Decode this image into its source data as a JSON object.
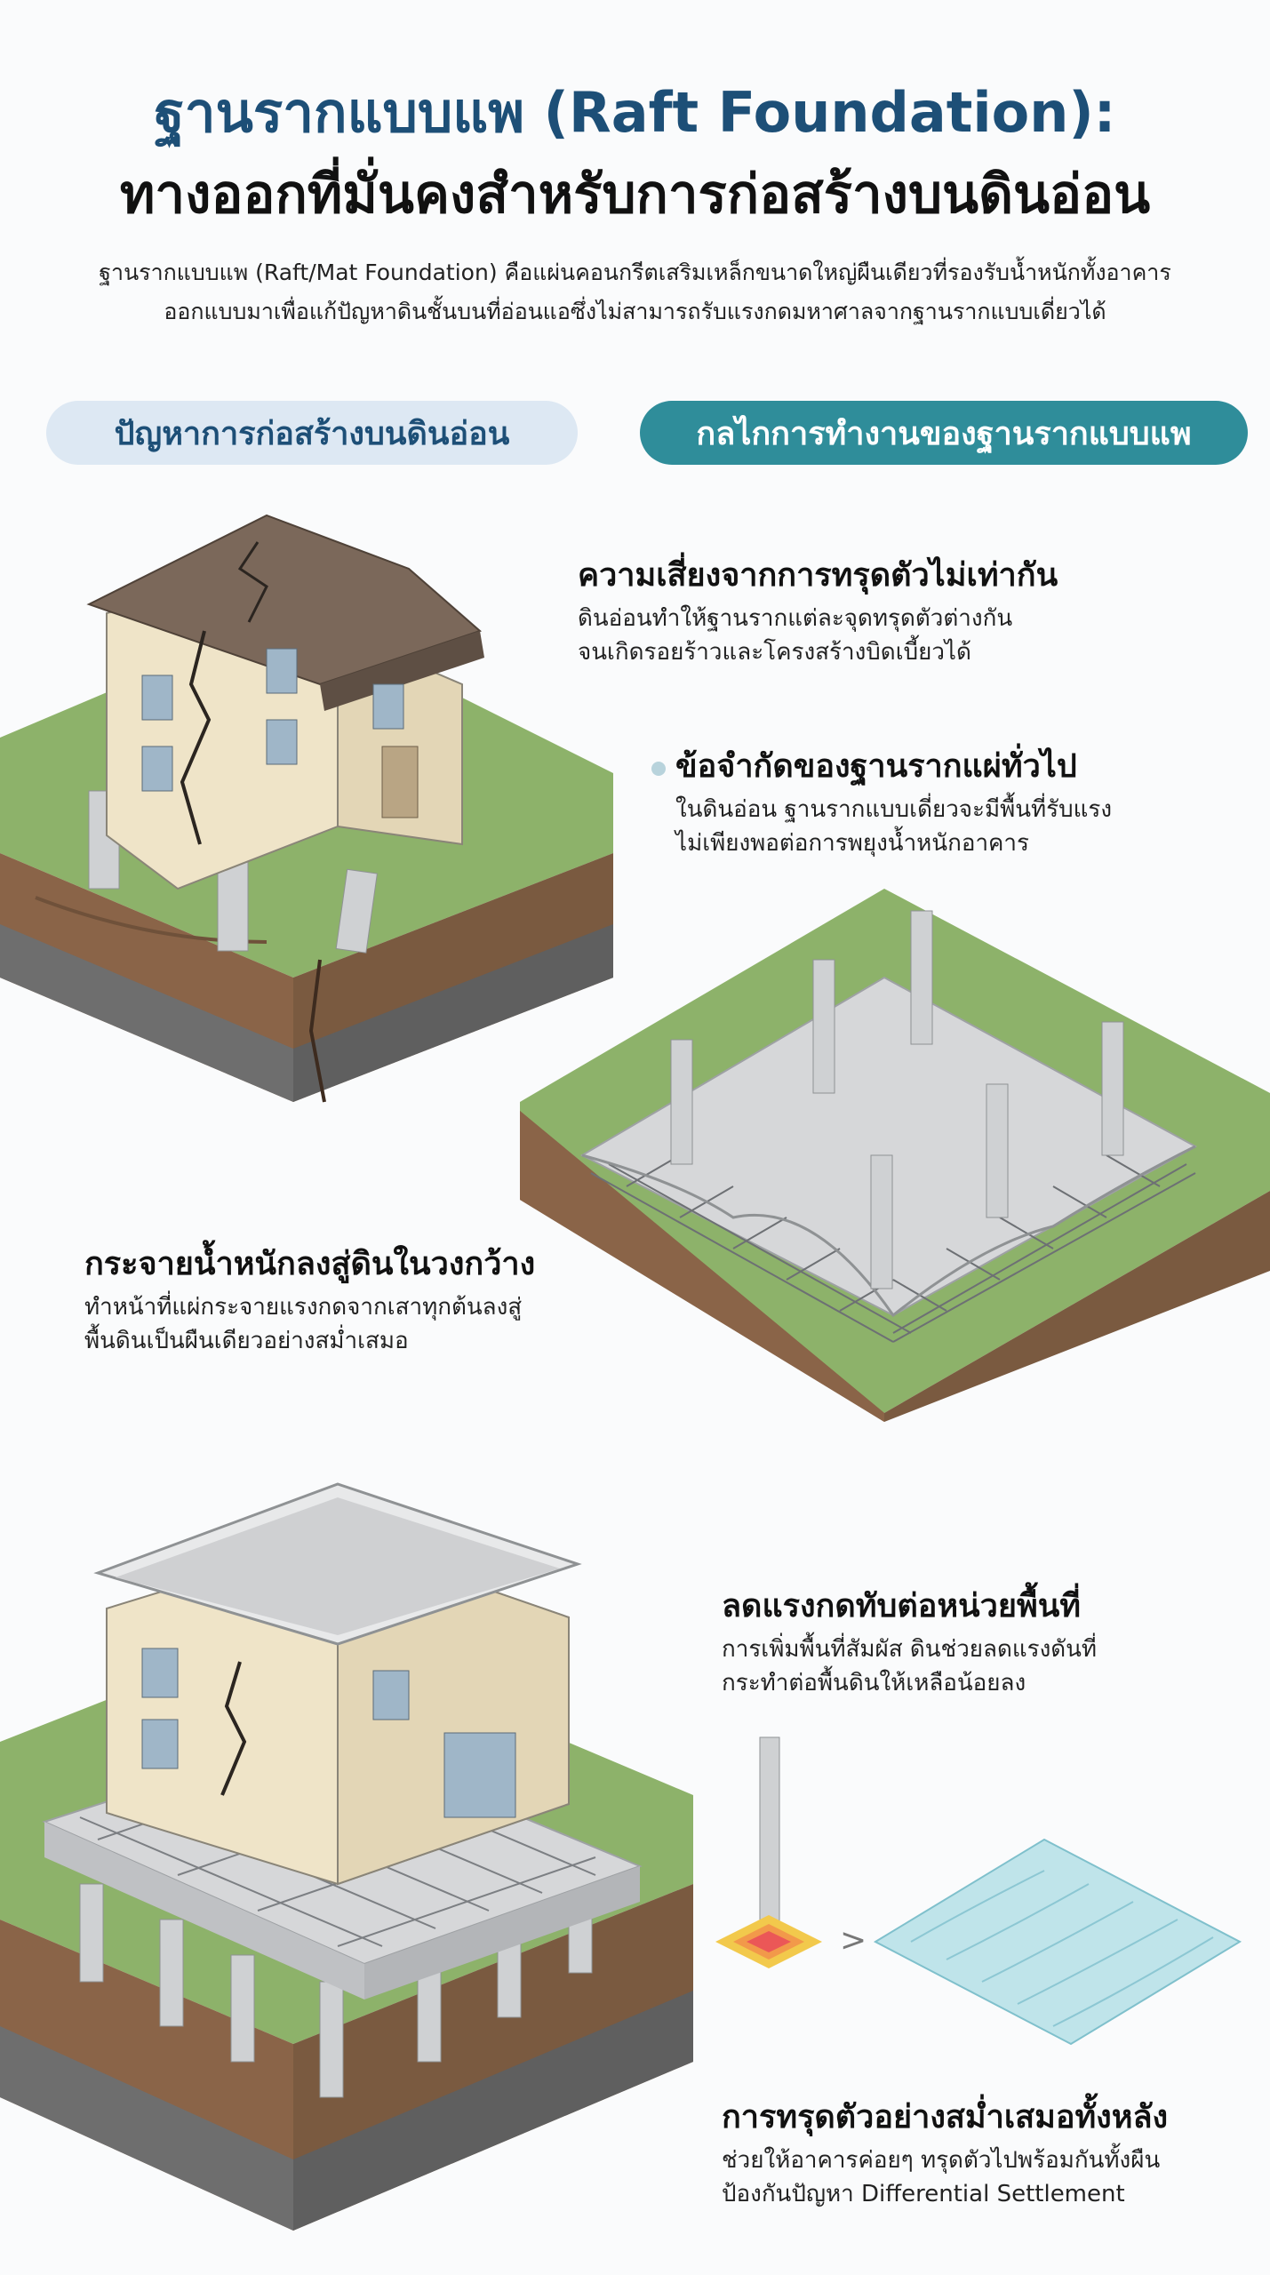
{
  "header": {
    "title_line1": "ฐานรากแบบแพ (Raft Foundation):",
    "title_line2": "ทางออกที่มั่นคงสำหรับการก่อสร้างบนดินอ่อน",
    "intro_line1": "ฐานรากแบบแพ (Raft/Mat Foundation) คือแผ่นคอนกรีตเสริมเหล็กขนาดใหญ่ผืนเดียวที่รองรับน้ำหนักทั้งอาคาร",
    "intro_line2": "ออกแบบมาเพื่อแก้ปัญหาดินชั้นบนที่อ่อนแอซึ่งไม่สามารถรับแรงกดมหาศาลจากฐานรากแบบเดี่ยวได้"
  },
  "sections": {
    "problem_label": "ปัญหาการก่อสร้างบนดินอ่อน",
    "mechanism_label": "กลไกการทำงานของฐานรากแบบแพ"
  },
  "points": {
    "risk": {
      "title": "ความเสี่ยงจากการทรุดตัวไม่เท่ากัน",
      "line1": "ดินอ่อนทำให้ฐานรากแต่ละจุดทรุดตัวต่างกัน",
      "line2": "จนเกิดรอยร้าวและโครงสร้างบิดเบี้ยวได้"
    },
    "limit": {
      "title": "ข้อจำกัดของฐานรากแผ่ทั่วไป",
      "line1": "ในดินอ่อน ฐานรากแบบเดี่ยวจะมีพื้นที่รับแรง",
      "line2": "ไม่เพียงพอต่อการพยุงน้ำหนักอาคาร"
    },
    "spread": {
      "title": "กระจายน้ำหนักลงสู่ดินในวงกว้าง",
      "line1": "ทำหน้าที่แผ่กระจายแรงกดจากเสาทุกต้นลงสู่",
      "line2": "พื้นดินเป็นผืนเดียวอย่างสม่ำเสมอ"
    },
    "pressure": {
      "title": "ลดแรงกดทับต่อหน่วยพื้นที่",
      "line1": "การเพิ่มพื้นที่สัมผัส ดินช่วยลดแรงดันที่",
      "line2": "กระทำต่อพื้นดินให้เหลือน้อยลง"
    },
    "uniform": {
      "title": "การทรุดตัวอย่างสม่ำเสมอทั้งหลัง",
      "line1": "ช่วยให้อาคารค่อยๆ ทรุดตัวไปพร้อมกันทั้งผืน",
      "line2": "ป้องกันปัญหา Differential Settlement"
    }
  },
  "colors": {
    "title_blue": "#1d4f77",
    "teal": "#2f8d9a",
    "grass": "#8db26a",
    "soil": "#8a6448",
    "clay": "#6e6e6e",
    "concrete": "#d6d7d9",
    "wall": "#efe4c8",
    "roof": "#7b685a"
  }
}
